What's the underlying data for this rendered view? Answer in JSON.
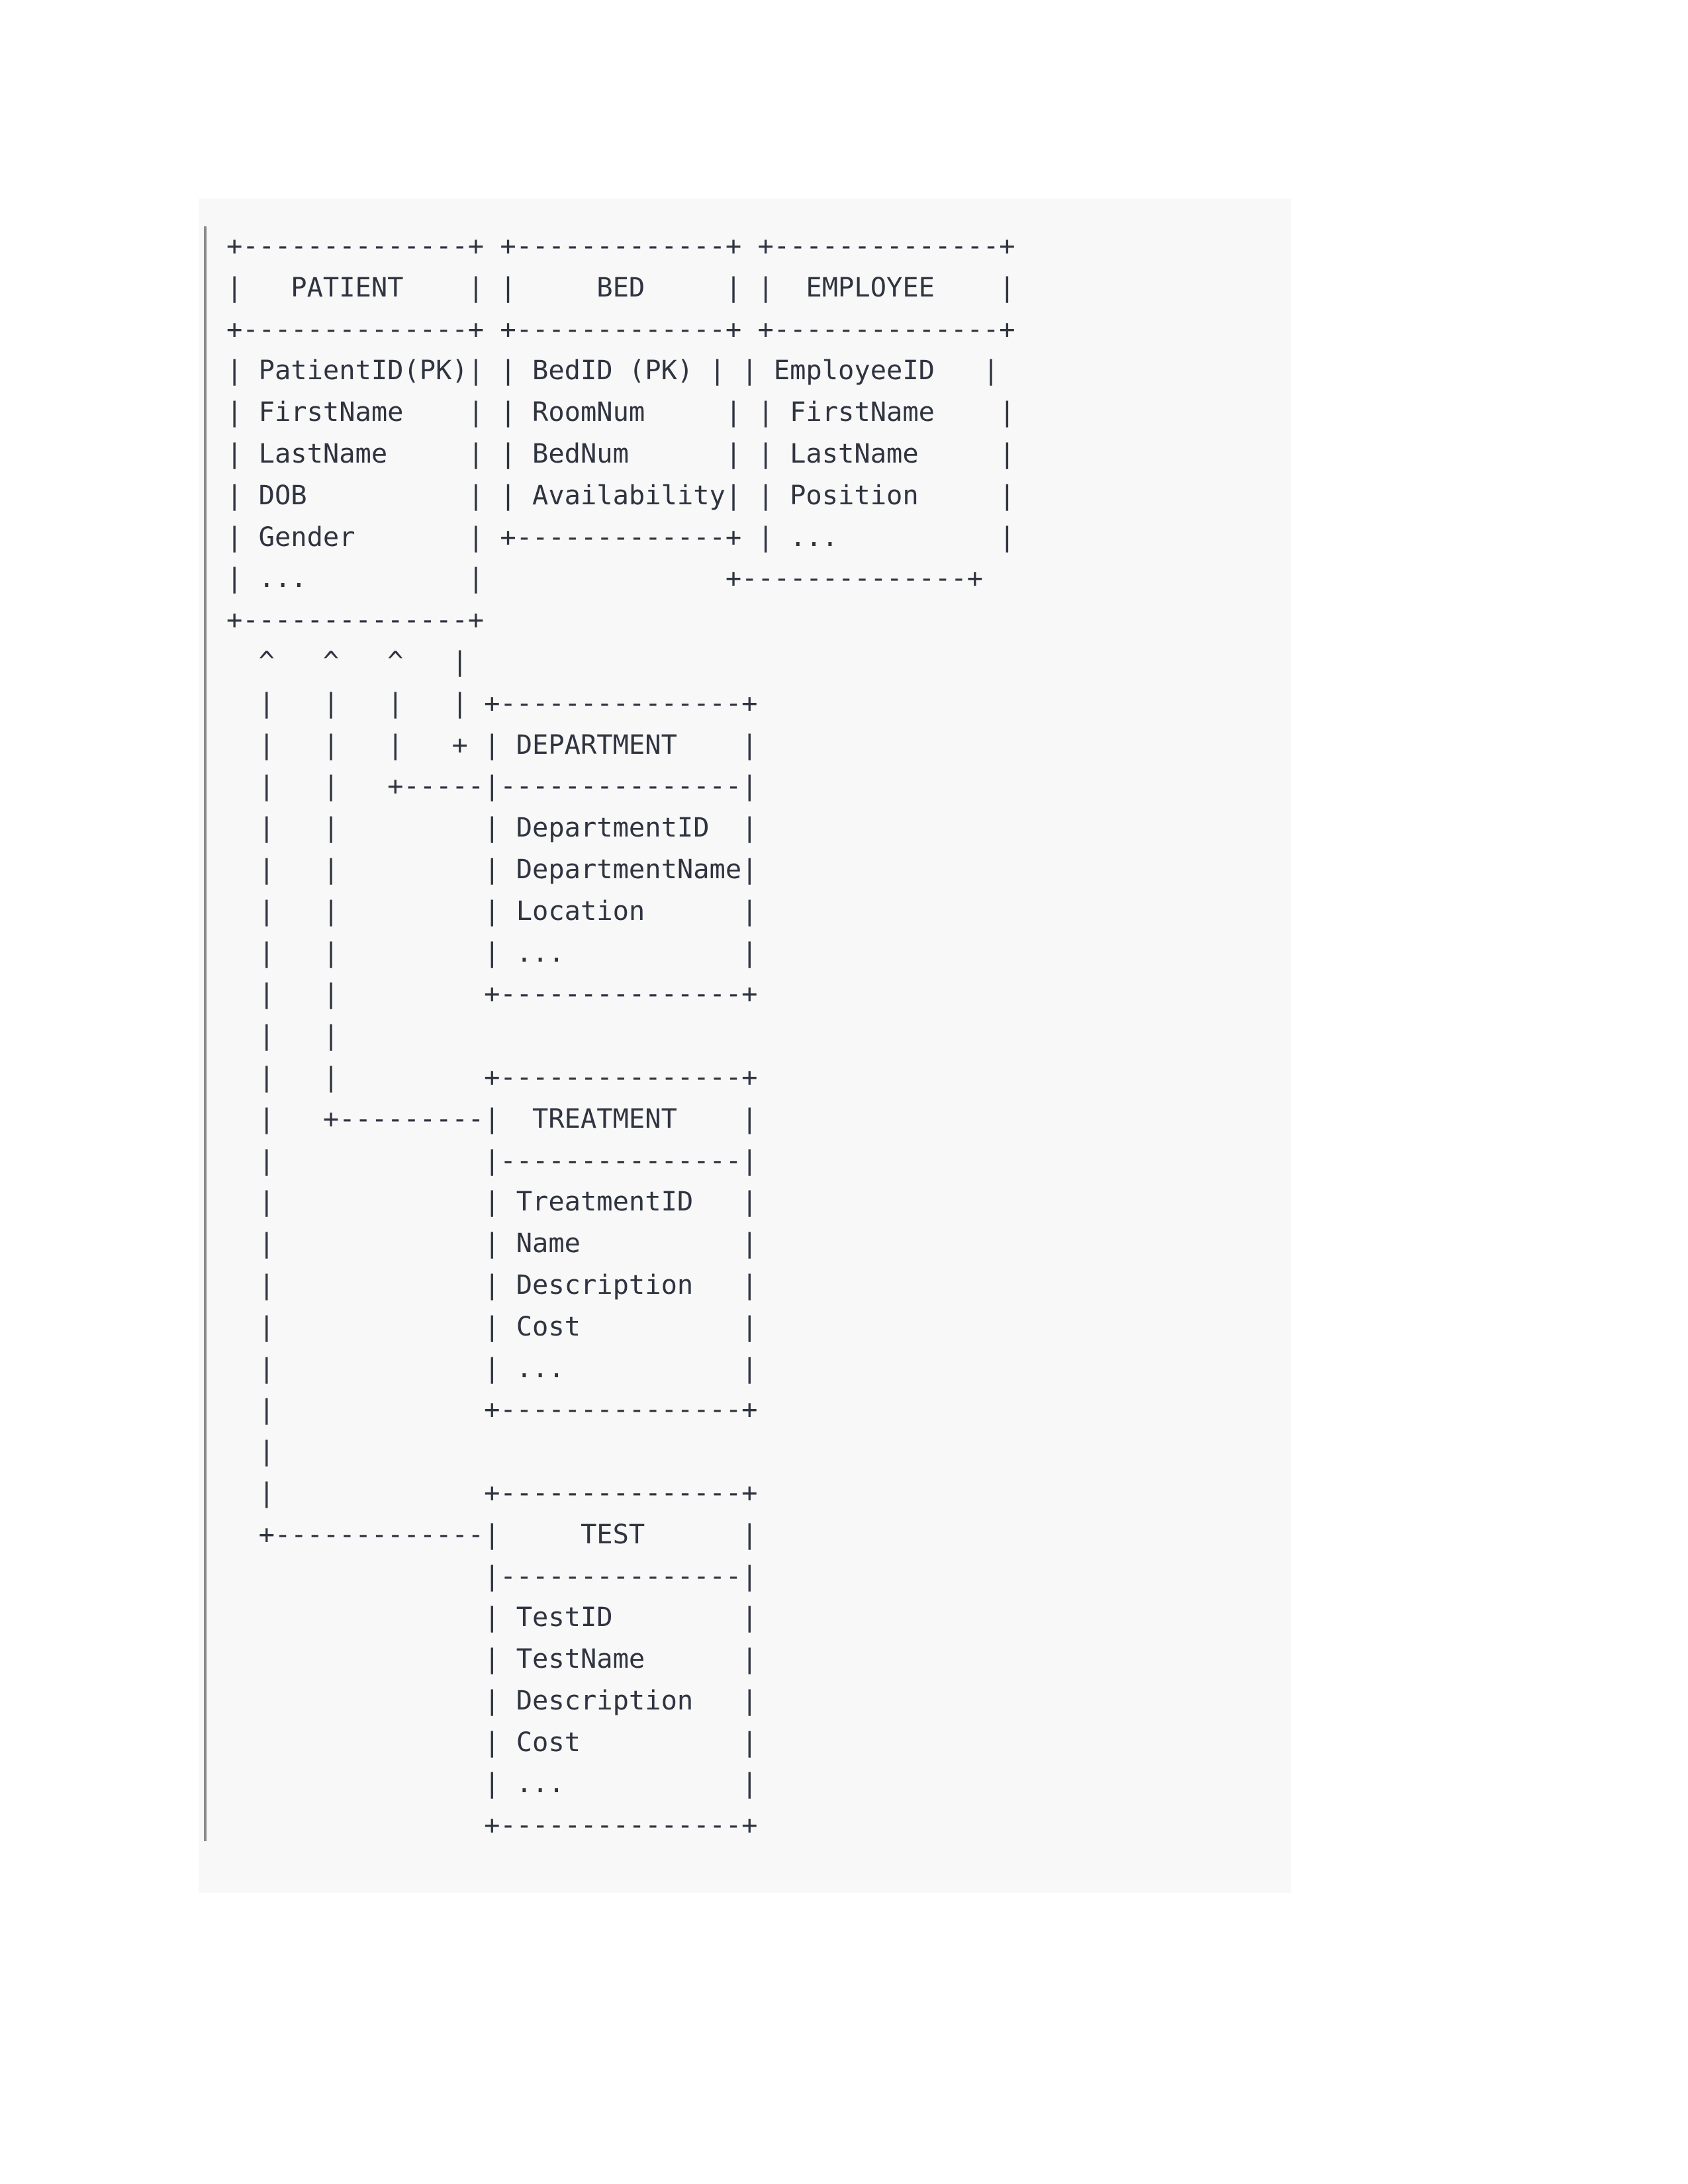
{
  "diagram": {
    "entities": [
      {
        "name": "PATIENT",
        "attributes": [
          "PatientID(PK)",
          "FirstName",
          "LastName",
          "DOB",
          "Gender",
          "..."
        ]
      },
      {
        "name": "BED",
        "attributes": [
          "BedID (PK)",
          "RoomNum",
          "BedNum",
          "Availability"
        ]
      },
      {
        "name": "EMPLOYEE",
        "attributes": [
          "EmployeeID",
          "FirstName",
          "LastName",
          "Position",
          "..."
        ]
      },
      {
        "name": "DEPARTMENT",
        "attributes": [
          "DepartmentID",
          "DepartmentName",
          "Location",
          "..."
        ]
      },
      {
        "name": "TREATMENT",
        "attributes": [
          "TreatmentID",
          "Name",
          "Description",
          "Cost",
          "..."
        ]
      },
      {
        "name": "TEST",
        "attributes": [
          "TestID",
          "TestName",
          "Description",
          "Cost",
          "..."
        ]
      }
    ],
    "lines": [
      "+--------------+ +-------------+ +--------------+",
      "|   PATIENT    | |     BED     | |  EMPLOYEE    |",
      "+--------------+ +-------------+ +--------------+",
      "| PatientID(PK)| | BedID (PK) | | EmployeeID   |",
      "| FirstName    | | RoomNum     | | FirstName    |",
      "| LastName     | | BedNum      | | LastName     |",
      "| DOB          | | Availability| | Position     |",
      "| Gender       | +-------------+ | ...          |",
      "| ...          |               +--------------+",
      "+--------------+",
      "  ^   ^   ^   |",
      "  |   |   |   | +---------------+",
      "  |   |   |   + | DEPARTMENT    |",
      "  |   |   +-----|---------------|",
      "  |   |         | DepartmentID  |",
      "  |   |         | DepartmentName|",
      "  |   |         | Location      |",
      "  |   |         | ...           |",
      "  |   |         +---------------+",
      "  |   |",
      "  |   |         +---------------+",
      "  |   +---------|  TREATMENT    |",
      "  |             |---------------|",
      "  |             | TreatmentID   |",
      "  |             | Name          |",
      "  |             | Description   |",
      "  |             | Cost          |",
      "  |             | ...           |",
      "  |             +---------------+",
      "  |",
      "  |             +---------------+",
      "  +-------------|     TEST      |",
      "                |---------------|",
      "                | TestID        |",
      "                | TestName      |",
      "                | Description   |",
      "                | Cost          |",
      "                | ...           |",
      "                +---------------+"
    ]
  }
}
